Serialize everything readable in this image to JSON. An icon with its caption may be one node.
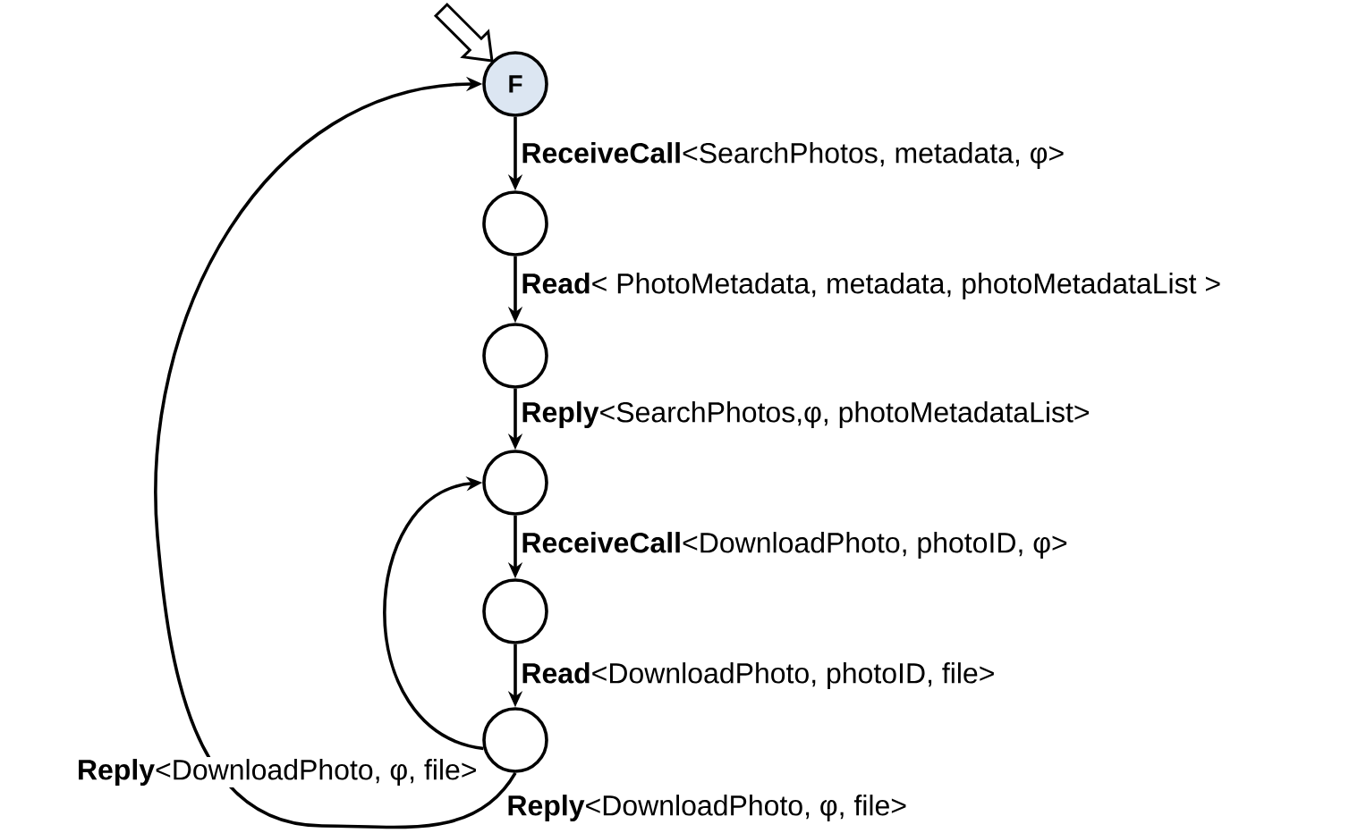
{
  "diagram": {
    "nodes": [
      {
        "text": [
          "F"
        ]
      },
      {
        "text": [],
        "shape": "circle"
      },
      {
        "text": [],
        "shape": "circle"
      },
      {
        "text": [],
        "shape": "circle"
      },
      {
        "text": [],
        "shape": "circle"
      },
      {
        "text": [],
        "shape": "circle"
      }
    ],
    "edges": [
      {
        "from": null,
        "to": 0,
        "arrow": "to"
      },
      {
        "from": 0,
        "to": 1,
        "arrow": "to",
        "label": "**ReceiveCall**<SearchPhotos, metadata, φ>"
      },
      {
        "from": 1,
        "to": 2,
        "arrow": "to",
        "label": "**Read**< PhotoMetadata, metadata, photoMetadataList >"
      },
      {
        "from": 2,
        "to": 3,
        "arrow": "to",
        "label": "**Reply**<SearchPhotos,φ, photoMetadataList>"
      },
      {
        "from": 3,
        "to": 4,
        "arrow": "to",
        "label": "**ReceiveCall**<DownloadPhoto, photoID, φ>"
      },
      {
        "from": 4,
        "to": 5,
        "arrow": "to",
        "label": "**Read**<DownloadPhoto, photoID, file>"
      },
      {
        "from": 5,
        "to": 3,
        "arrow": "to",
        "label": "**Reply**<DownloadPhoto, φ, file>"
      },
      {
        "from": 5,
        "to": 0,
        "arrow": "to",
        "label": "**Reply**<DownloadPhoto, φ, file>"
      }
    ]
  }
}
